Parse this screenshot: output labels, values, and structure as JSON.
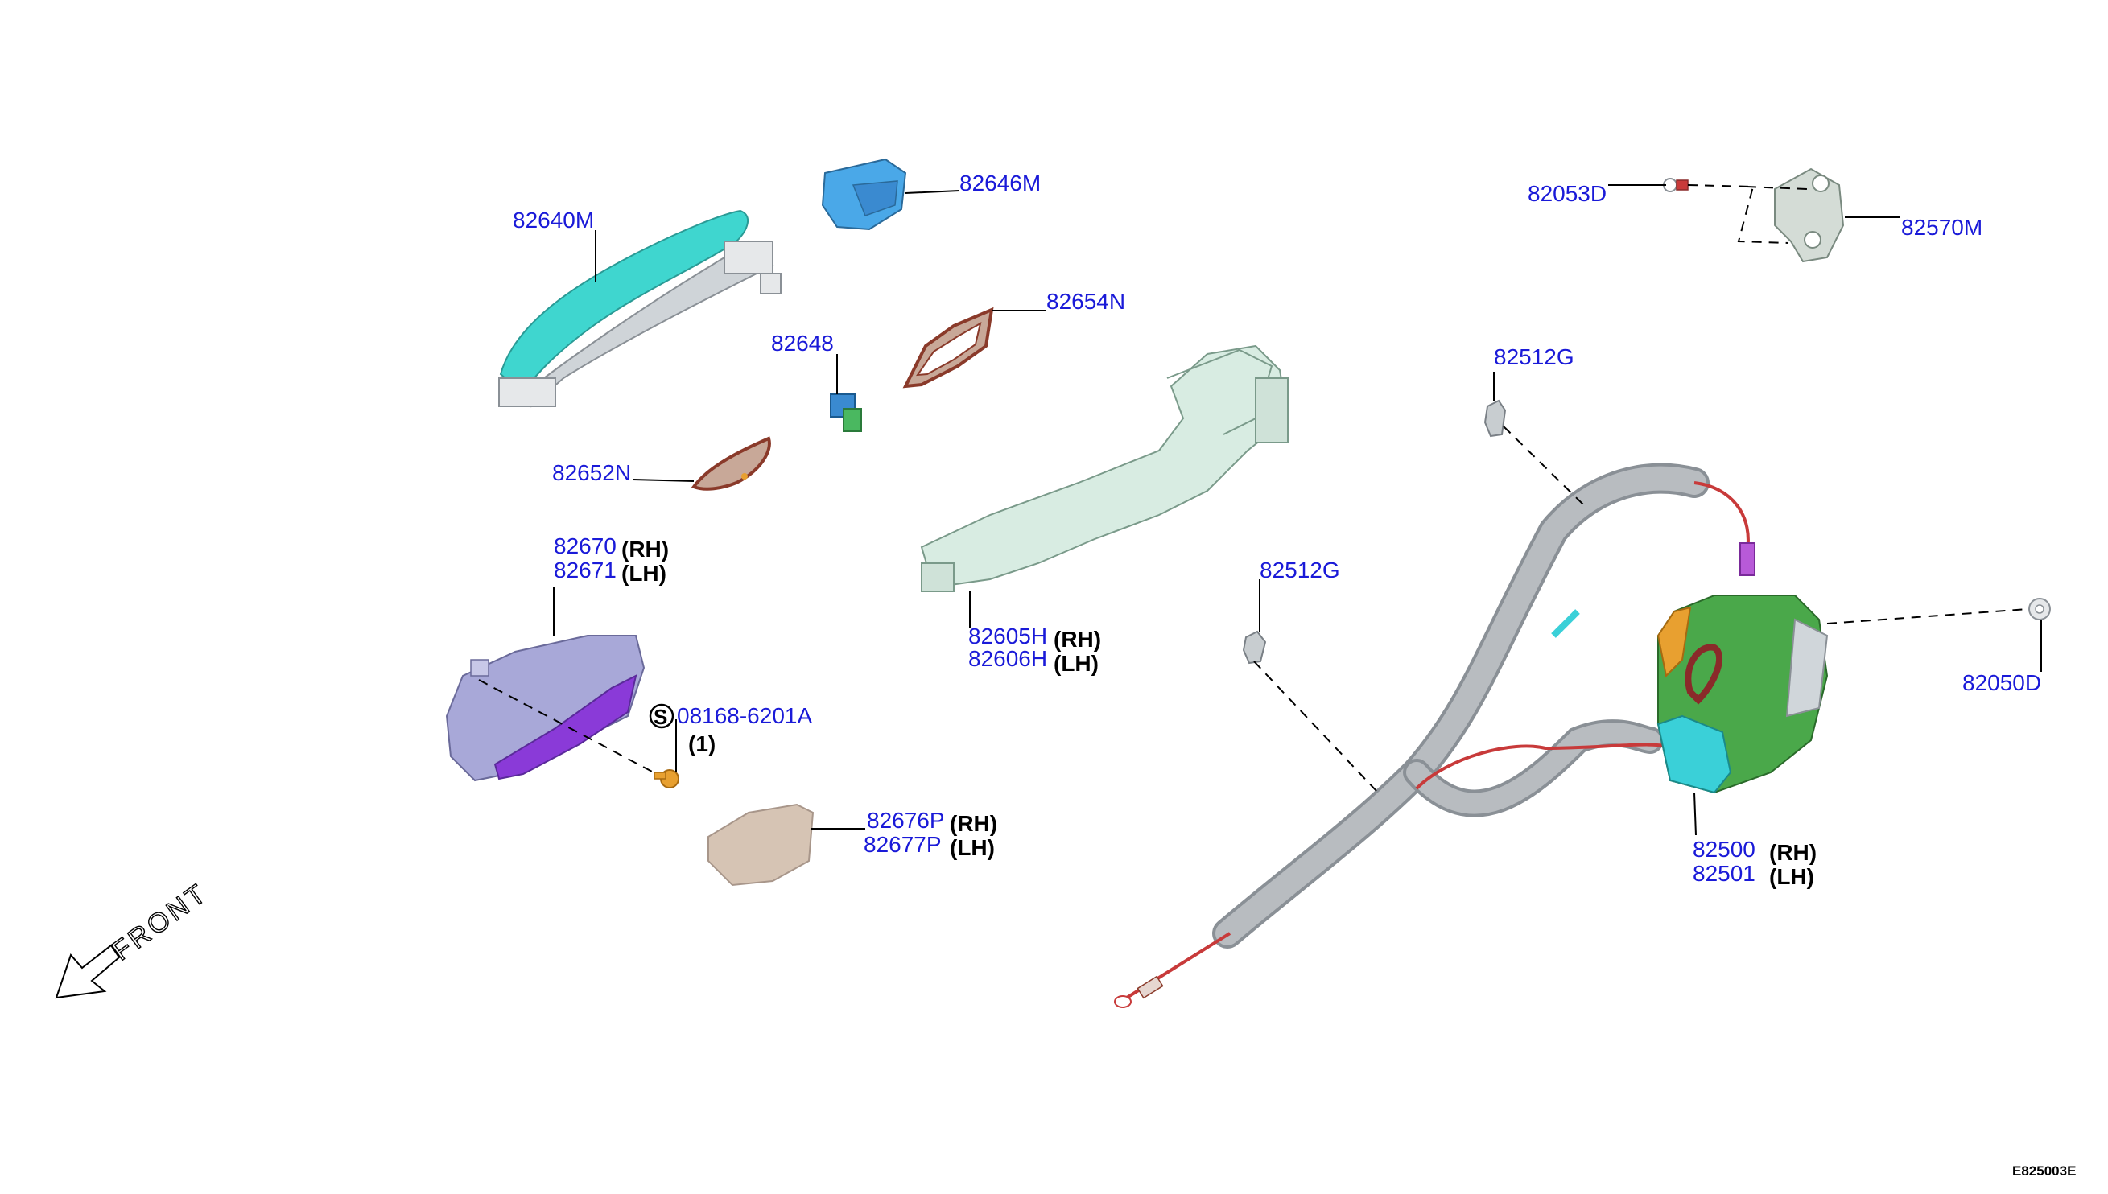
{
  "labels": {
    "p82640M": "82640M",
    "p82646M": "82646M",
    "p82654N": "82654N",
    "p82648": "82648",
    "p82652N": "82652N",
    "p82670": "82670",
    "p82671": "82671",
    "p08168": "08168-6201A",
    "p08168_qty": "(1)",
    "screw_symbol": "S",
    "p82676P": "82676P",
    "p82677P": "82677P",
    "p82605H": "82605H",
    "p82606H": "82606H",
    "p82512G_upper": "82512G",
    "p82512G_lower": "82512G",
    "p82053D": "82053D",
    "p82570M": "82570M",
    "p82050D": "82050D",
    "p82500": "82500",
    "p82501": "82501",
    "rh": "(RH)",
    "lh": "(LH)",
    "front": "FRONT",
    "diagram_code": "E825003E"
  },
  "colors": {
    "label_blue": "#1a1ad8",
    "handle_teal": "#3fd6cf",
    "cap_blue": "#4aa8e8",
    "gasket_brown": "#8a3a2a",
    "bracket_mint": "#d8ece2",
    "escutcheon_lavender": "#a8a8d8",
    "inner_handle_violet": "#8a3ad8",
    "cover_beige": "#d6c4b4",
    "cable_gray": "#b8bcc0",
    "cable_red": "#c83a3a",
    "latch_green": "#4aa84a",
    "latch_cyan": "#3ad0d8",
    "latch_orange": "#e8a030"
  },
  "icons": [
    "front-arrow-icon",
    "screw-symbol-icon"
  ]
}
